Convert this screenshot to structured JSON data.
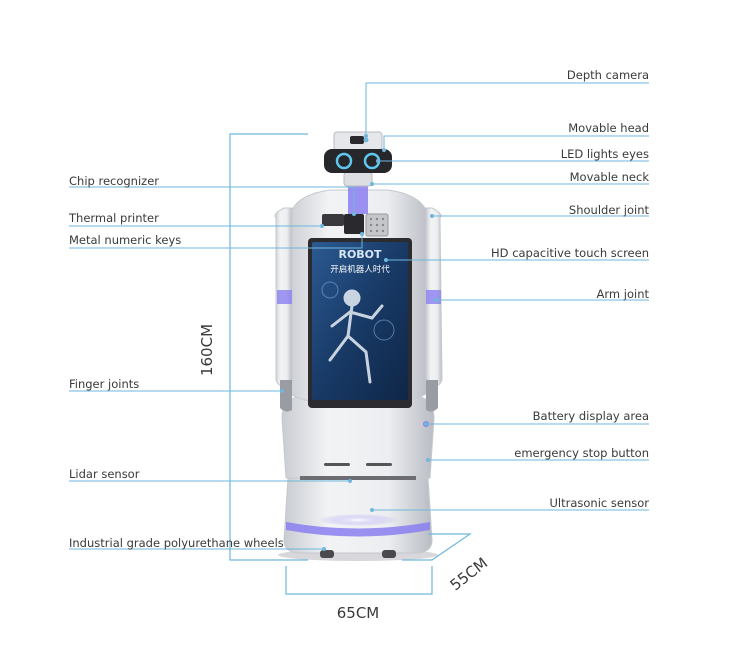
{
  "labels_right": [
    {
      "key": "depth_camera",
      "text": "Depth camera"
    },
    {
      "key": "movable_head",
      "text": "Movable head"
    },
    {
      "key": "led_eyes",
      "text": "LED lights eyes"
    },
    {
      "key": "movable_neck",
      "text": "Movable neck"
    },
    {
      "key": "shoulder_joint",
      "text": "Shoulder joint"
    },
    {
      "key": "touch_screen",
      "text": "HD capacitive touch screen"
    },
    {
      "key": "arm_joint",
      "text": "Arm joint"
    },
    {
      "key": "battery_area",
      "text": "Battery display area"
    },
    {
      "key": "emergency_stop",
      "text": "emergency stop button"
    },
    {
      "key": "ultrasonic",
      "text": "Ultrasonic sensor"
    }
  ],
  "labels_left": [
    {
      "key": "chip_recognizer",
      "text": "Chip recognizer"
    },
    {
      "key": "thermal_printer",
      "text": "Thermal printer"
    },
    {
      "key": "numeric_keys",
      "text": "Metal numeric keys"
    },
    {
      "key": "finger_joints",
      "text": "Finger joints"
    },
    {
      "key": "lidar",
      "text": "Lidar sensor"
    },
    {
      "key": "wheels",
      "text": "Industrial grade polyurethane wheels"
    }
  ],
  "dimensions": {
    "height": "160CM",
    "width": "65CM",
    "depth": "55CM"
  },
  "screen": {
    "title": "ROBOT",
    "subtitle": "开启机器人时代"
  },
  "colors": {
    "accent": "#6fb7dc",
    "body": "#e4e6ea",
    "purple": "#8a7ff0",
    "screen": "#1f3d6b"
  }
}
